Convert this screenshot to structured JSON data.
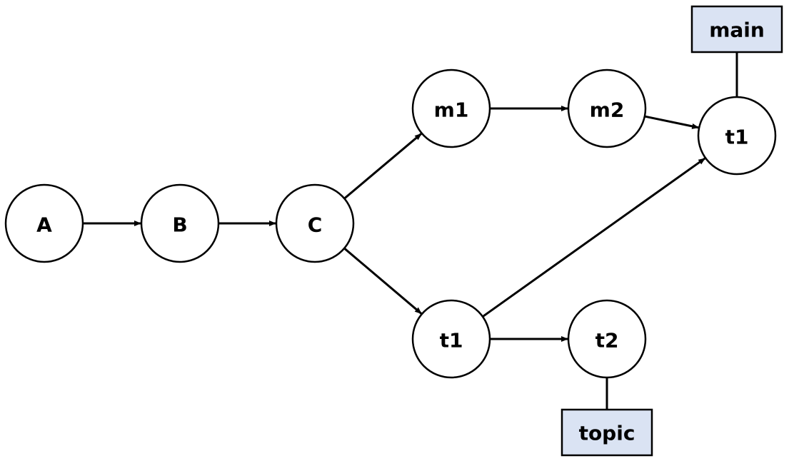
{
  "colors": {
    "node_fill": "#ffffff",
    "stroke": "#000000",
    "ref_fill": "#dae3f3"
  },
  "nodes": [
    {
      "id": "A",
      "label": "A"
    },
    {
      "id": "B",
      "label": "B"
    },
    {
      "id": "C",
      "label": "C"
    },
    {
      "id": "m1",
      "label": "m1"
    },
    {
      "id": "m2",
      "label": "m2"
    },
    {
      "id": "t1_top",
      "label": "t1"
    },
    {
      "id": "t1_bottom",
      "label": "t1"
    },
    {
      "id": "t2",
      "label": "t2"
    }
  ],
  "edges": [
    {
      "from": "A",
      "to": "B"
    },
    {
      "from": "B",
      "to": "C"
    },
    {
      "from": "C",
      "to": "m1"
    },
    {
      "from": "C",
      "to": "t1_bottom"
    },
    {
      "from": "m1",
      "to": "m2"
    },
    {
      "from": "m2",
      "to": "t1_top"
    },
    {
      "from": "t1_bottom",
      "to": "t1_top"
    },
    {
      "from": "t1_bottom",
      "to": "t2"
    }
  ],
  "refs": [
    {
      "id": "main",
      "label": "main",
      "target": "t1_top"
    },
    {
      "id": "topic",
      "label": "topic",
      "target": "t2"
    }
  ]
}
